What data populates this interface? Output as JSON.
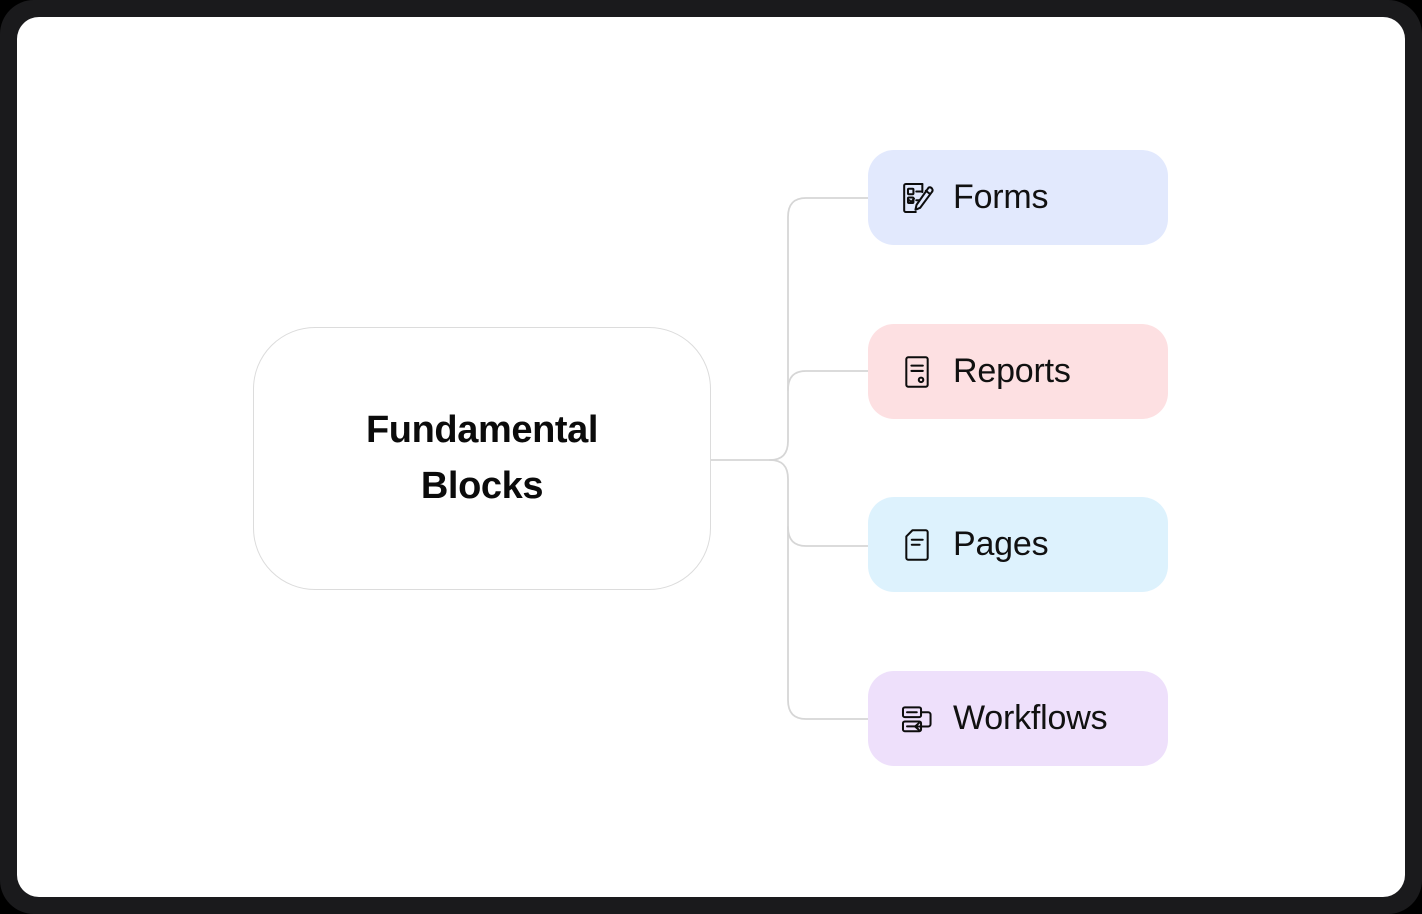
{
  "frame": {
    "bezel_color": "#1a1a1c",
    "canvas_color": "#ffffff"
  },
  "diagram": {
    "type": "mind-map",
    "orientation": "left-to-right",
    "connector_color": "#d6d6d6",
    "root": {
      "label": "Fundamental Blocks",
      "label_line1": "Fundamental",
      "label_line2": "Blocks",
      "background": "#ffffff",
      "border_color": "#dcdcdc",
      "text_color": "#0b0b0b"
    },
    "children": [
      {
        "label": "Forms",
        "icon": "form-pencil-icon",
        "background": "#e2e9fd",
        "text_color": "#111111"
      },
      {
        "label": "Reports",
        "icon": "report-document-icon",
        "background": "#fde0e2",
        "text_color": "#111111"
      },
      {
        "label": "Pages",
        "icon": "page-document-icon",
        "background": "#ddf2fd",
        "text_color": "#111111"
      },
      {
        "label": "Workflows",
        "icon": "workflow-arrow-icon",
        "background": "#eee0fb",
        "text_color": "#111111"
      }
    ]
  }
}
